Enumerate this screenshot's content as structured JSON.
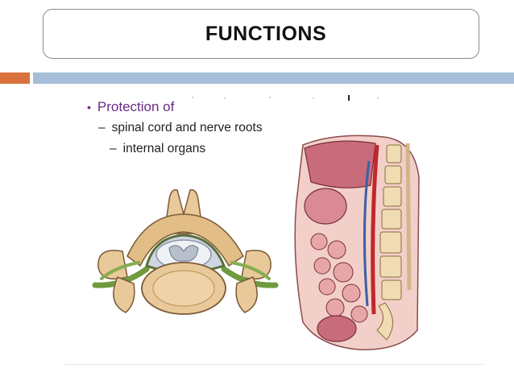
{
  "slide": {
    "title": "FUNCTIONS",
    "bullet_glyph": "•",
    "bullet": "Protection of",
    "sub_dash": "–",
    "sub_items": [
      "spinal cord and nerve roots",
      "internal organs"
    ]
  },
  "figures": {
    "left": "vertebra-cross-section-illustration",
    "right": "torso-sagittal-section-illustration"
  },
  "colors": {
    "accent_orange": "#d9713c",
    "accent_blue": "#a6bed8",
    "bullet_purple": "#6a2b83",
    "bone": "#e9c999",
    "nerve_green": "#6f9a3e",
    "organ_pink": "#c86b7a"
  }
}
